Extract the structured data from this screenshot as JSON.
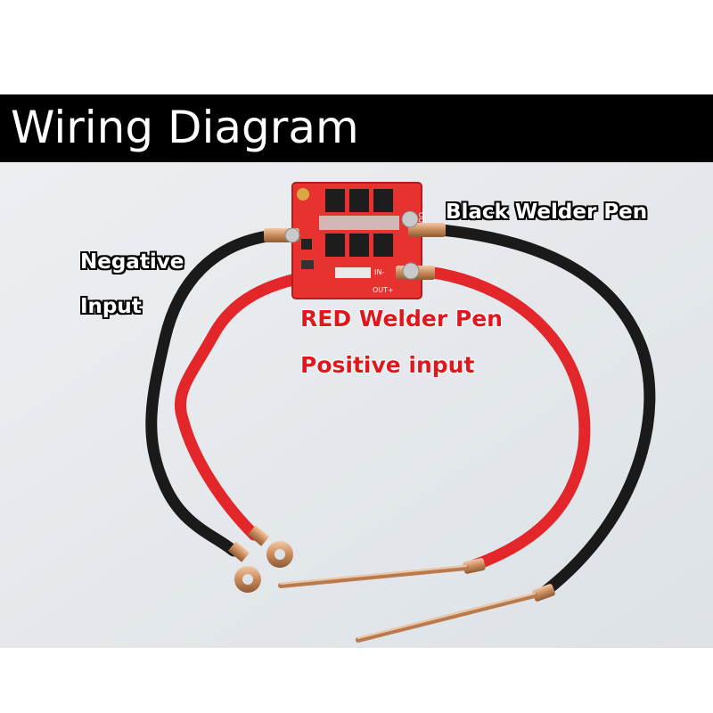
{
  "title": "Wiring Diagram",
  "labels": {
    "black_pen": "Black Welder Pen",
    "negative_input_line1": "Negative",
    "negative_input_line2": "Input",
    "red_pen": "RED Welder Pen",
    "positive_input": "Positive input"
  },
  "board_markings": {
    "in_minus": "IN-",
    "out_plus": "OUT+",
    "out_minus": "OUT-"
  },
  "colors": {
    "banner": "#000000",
    "board": "#e8322f",
    "red_wire": "#e3262a",
    "black_wire": "#1a1a1a",
    "copper": "#c98a5a",
    "label_red": "#e0171d"
  }
}
